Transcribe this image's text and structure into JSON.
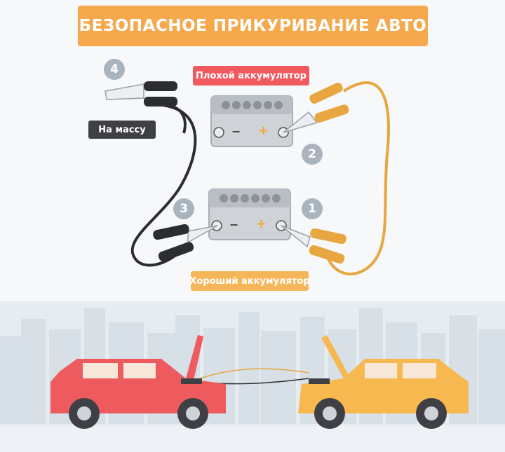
{
  "title": "БЕЗОПАСНОЕ ПРИКУРИВАНИЕ АВТО",
  "labels": {
    "bad_battery": "Плохой аккумулятор",
    "good_battery": "Хороший аккумулятор",
    "ground": "На массу"
  },
  "steps": [
    "1",
    "2",
    "3",
    "4"
  ],
  "battery_signs": {
    "minus": "−",
    "plus": "+"
  },
  "colors": {
    "banner": "#f5a94c",
    "bad_tag": "#f0595e",
    "good_tag": "#f5b659",
    "ground_tag": "#3f4045",
    "positive_cable": "#e8a640",
    "negative_cable": "#2c2d31",
    "red_car": "#ee5b5e",
    "yellow_car": "#f6b84f",
    "step_badge": "#aab4bf"
  },
  "icons": [
    "battery-icon",
    "clamp-icon",
    "car-icon",
    "city-skyline-icon"
  ]
}
